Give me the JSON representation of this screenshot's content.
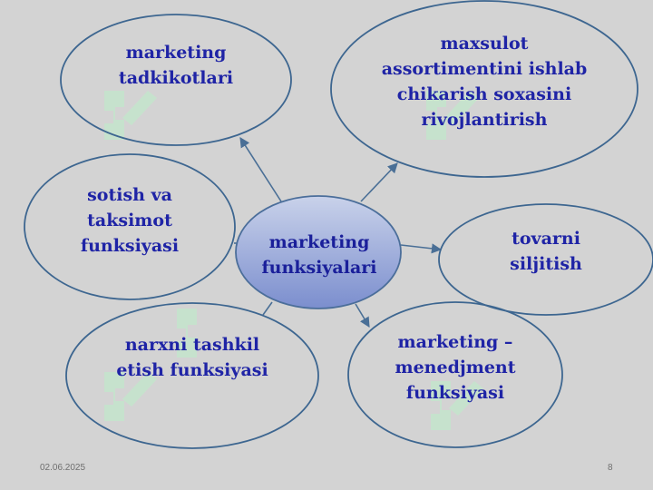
{
  "slide": {
    "center": {
      "label": "marketing\nfunksiyalari"
    },
    "nodes": [
      {
        "id": "marketing-tadkikotlari",
        "label": "marketing\ntadkikotlari"
      },
      {
        "id": "maxsulot-assortimenti",
        "label": "maxsulot\nassortimentini ishlab\nchikarish soxasini\nrivojlantirish"
      },
      {
        "id": "sotish-taksimot",
        "label": "sotish va\ntaksimot\nfunksiyasi"
      },
      {
        "id": "tovarni-siljitish",
        "label": "tovarni\nsiljitish"
      },
      {
        "id": "narxni-tashkil",
        "label": "narxni tashkil\netish funksiyasi"
      },
      {
        "id": "marketing-menedjment",
        "label": "marketing –\nmenedjment\nfunksiyasi"
      }
    ],
    "footer": {
      "date": "02.06.2025",
      "page_number": "8"
    },
    "colors": {
      "ellipse_stroke": "#3d6690",
      "text": "#1f24a6",
      "center_fill_top": "#c7d0e8",
      "center_fill_bottom": "#7d8fcf",
      "arrow": "#4a6f96",
      "watermark": "#c6e8cf"
    },
    "watermark_icon": "soft-logo-watermark"
  }
}
